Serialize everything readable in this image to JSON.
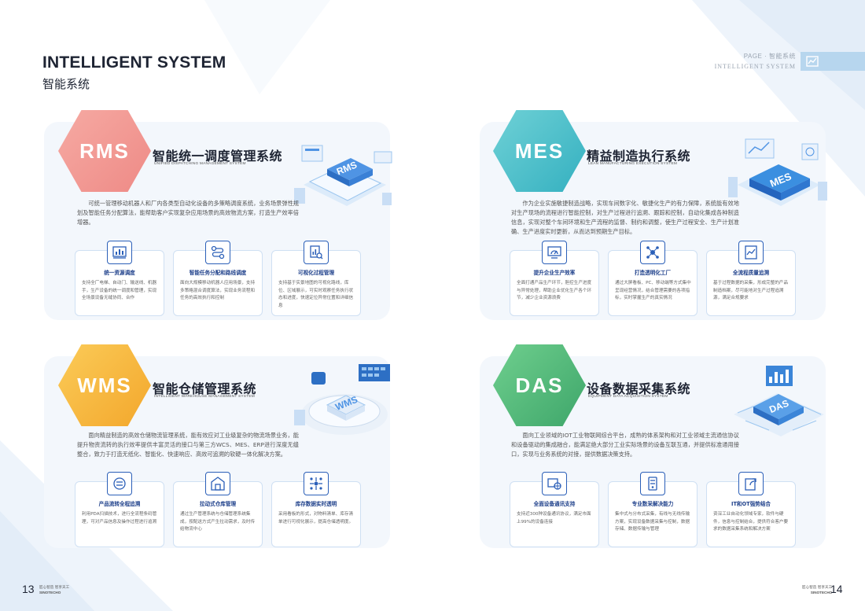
{
  "header": {
    "title": "INTELLIGENT SYSTEM",
    "subtitle": "智能系统",
    "page_tag_cn": "PAGE · 智能系统",
    "page_tag_en": "INTELLIGENT SYSTEM"
  },
  "systems": [
    {
      "code": "RMS",
      "title": "智能统一调度管理系统",
      "title_en": "UNIFIED DISPATCHING MANAGEMENT SYSTEM",
      "description": "可统一管理移动机器人和厂内各类型自动化设备的多策略调度系统，业务场景弹性规划及智能任务分配算法，能帮助客户实现复杂应用场景的高效物流方案，打造生产效率倍增器。",
      "illustration_label": "RMS",
      "accent": "#f0918c",
      "features": [
        {
          "icon": "chart-icon",
          "title": "统一资源调度",
          "body": "支持全厂电梯、自动门、输送线、机器手，生产设备的统一调度和管理，实现全场景设备无缝协同、合作"
        },
        {
          "icon": "route-icon",
          "title": "智能任务分配和路线调度",
          "body": "面向大规模移动机器人应用场景，支持多策略混合调度算法，实现业务流程和任务的高效执行和控制"
        },
        {
          "icon": "monitor-icon",
          "title": "可视化过程管理",
          "body": "支持基于实景地图的可视化路线，库位、区域展示，可实时观察任务执行状态和进度，快速定位异常位置和详细信息"
        }
      ]
    },
    {
      "code": "MES",
      "title": "精益制造执行系统",
      "title_en": "LEAN MANUFACTURING EXECUTION SYSTEM",
      "description": "作为企业实施敏捷制造战略，实现车间数字化、敏捷化生产的有力保障，系统能有效地对生产现场的流程进行智能控制，对生产过程进行追溯、跟踪和控制，自动化集成各种制造信息，实现对整个车间环境和生产流程的监督、制约和调整，使生产过程安全、生产计划准确、生产进度实时更新，从而达到预期生产目标。",
      "illustration_label": "MES",
      "accent": "#3fb9c4",
      "features": [
        {
          "icon": "efficiency-icon",
          "title": "提升企业生产效率",
          "body": "全面打通产品生产环节，胆控生产进度与异常处理，帮助企业优化生产各个环节，减少企业资源浪费"
        },
        {
          "icon": "factory-icon",
          "title": "打造透明化工厂",
          "body": "通过大屏看板、PC、移动端等方式集中呈现经营情况，结合管理需要的各项指标，实时掌握生产的真实情况"
        },
        {
          "icon": "trace-icon",
          "title": "全流程质量追溯",
          "body": "基于过程数据的采集，形成完整的产品制造档案，尽可能地对生产过程追溯源，满足合规要求"
        }
      ]
    },
    {
      "code": "WMS",
      "title": "智能仓储管理系统",
      "title_en": "INTELLIGENT WAREHOUSE MANAGEMENT SYSTEM",
      "description": "面向精益制造的高效仓储物流管理系统，能有效应对工业级复杂的物流场景业务，能提升物资流转的执行效率提供丰富灵活的接口与第三方WCS、MES、ERP进行深度无缝整合，致力于打造无纸化、智能化、快速响应、高效可追溯的软硬一体化解决方案。",
      "illustration_label": "WMS",
      "accent": "#f6b23c",
      "features": [
        {
          "icon": "scan-icon",
          "title": "产品流转全程追溯",
          "body": "利用PDA扫描技术，进行全流程条码管理，可对产品信息及操作过程进行追溯"
        },
        {
          "icon": "warehouse-icon",
          "title": "拉动式仓库管理",
          "body": "通过生产管理系统与仓储管理系统集成，按配送方式产生拉动需求，及时传给物流中心"
        },
        {
          "icon": "inventory-icon",
          "title": "库存数据实时透明",
          "body": "采用看板的形式，对物料清单、库存清单进行可视化展示，提高仓储透明度。"
        }
      ]
    },
    {
      "code": "DAS",
      "title": "设备数据采集系统",
      "title_en": "EQUIPMENT DATA ACQUISITION SYSTEM",
      "description": "面向工业领域的IOT工业物联网综合平台，成熟的体系架构和对工业领域主流通信协议和设备驱动的集成融合，能满足绝大部分工业实际场景的设备互联互通，并提供标准通用接口，实现与业务系统的对接，提供数据决策支持。",
      "illustration_label": "DAS",
      "accent": "#4cb27a",
      "features": [
        {
          "icon": "globe-icon",
          "title": "全面设备通讯支持",
          "body": "支持近300种设备通讯协议，满足市面上99%的设备连接"
        },
        {
          "icon": "server-icon",
          "title": "专业数采解决能力",
          "body": "集中式与分布式采集，有线与无线传输方案，实现设备数据采集与控制，数据存储、数据传输与管理"
        },
        {
          "icon": "iot-icon",
          "title": "IT和OT强势结合",
          "body": "资深工业自动化领域专家，软件与硬件，信息与控制结合，提供符合客户要求的数据采集系统和解决方案"
        }
      ]
    }
  ],
  "footer": {
    "left_page": "13",
    "right_page": "14",
    "brand_cn": "匠心智造 智享天工",
    "brand_en": "SINOTECHO"
  }
}
